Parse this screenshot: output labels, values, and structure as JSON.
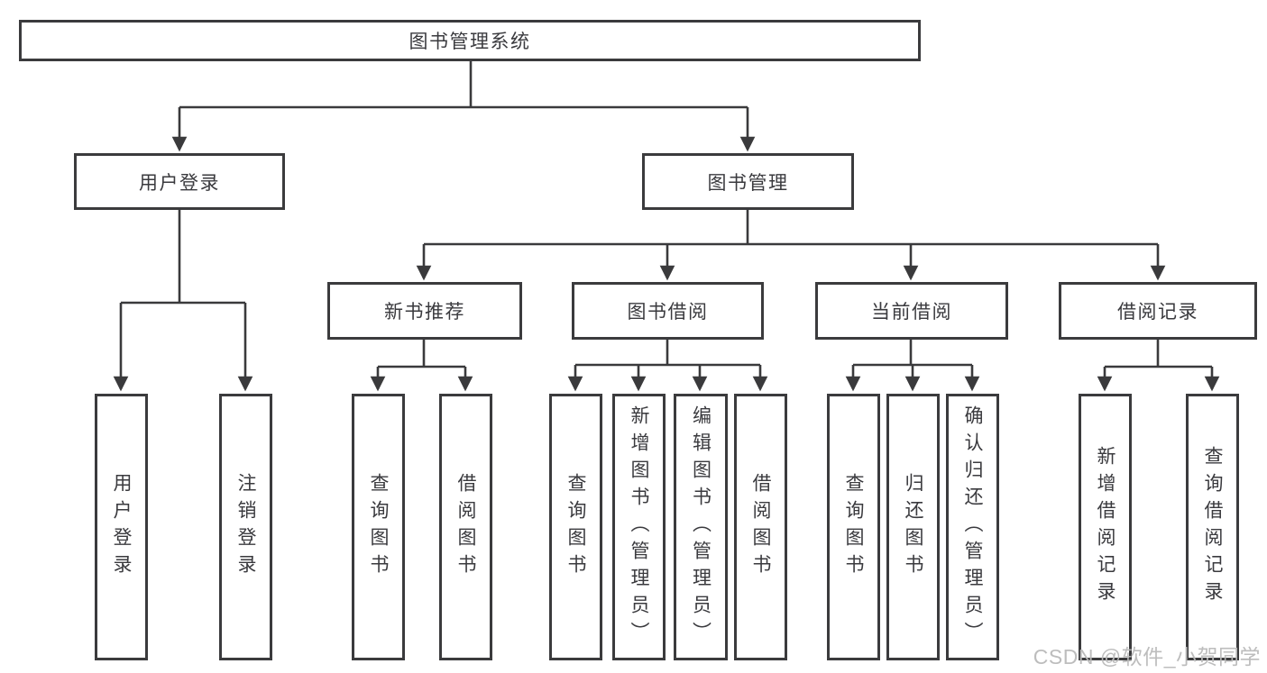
{
  "colors": {
    "line": "#3a3a3c",
    "border": "#3b3b3d",
    "text": "#3a3a3e",
    "watermark": "#b9b9b9"
  },
  "tree": {
    "root": "图书管理系统",
    "level2": [
      "用户登录",
      "图书管理"
    ],
    "level3": [
      "新书推荐",
      "图书借阅",
      "当前借阅",
      "借阅记录"
    ],
    "leaves_user_login": [
      "用户登录",
      "注销登录"
    ],
    "leaves_new_books": [
      "查询图书",
      "借阅图书"
    ],
    "leaves_book_borrow": [
      "查询图书",
      "新增图书（管理员）",
      "编辑图书（管理员）",
      "借阅图书"
    ],
    "leaves_current_borrow": [
      "查询图书",
      "归还图书",
      "确认归还（管理员）"
    ],
    "leaves_borrow_records": [
      "新增借阅记录",
      "查询借阅记录"
    ]
  },
  "watermark": "CSDN @软件_小贺同学"
}
